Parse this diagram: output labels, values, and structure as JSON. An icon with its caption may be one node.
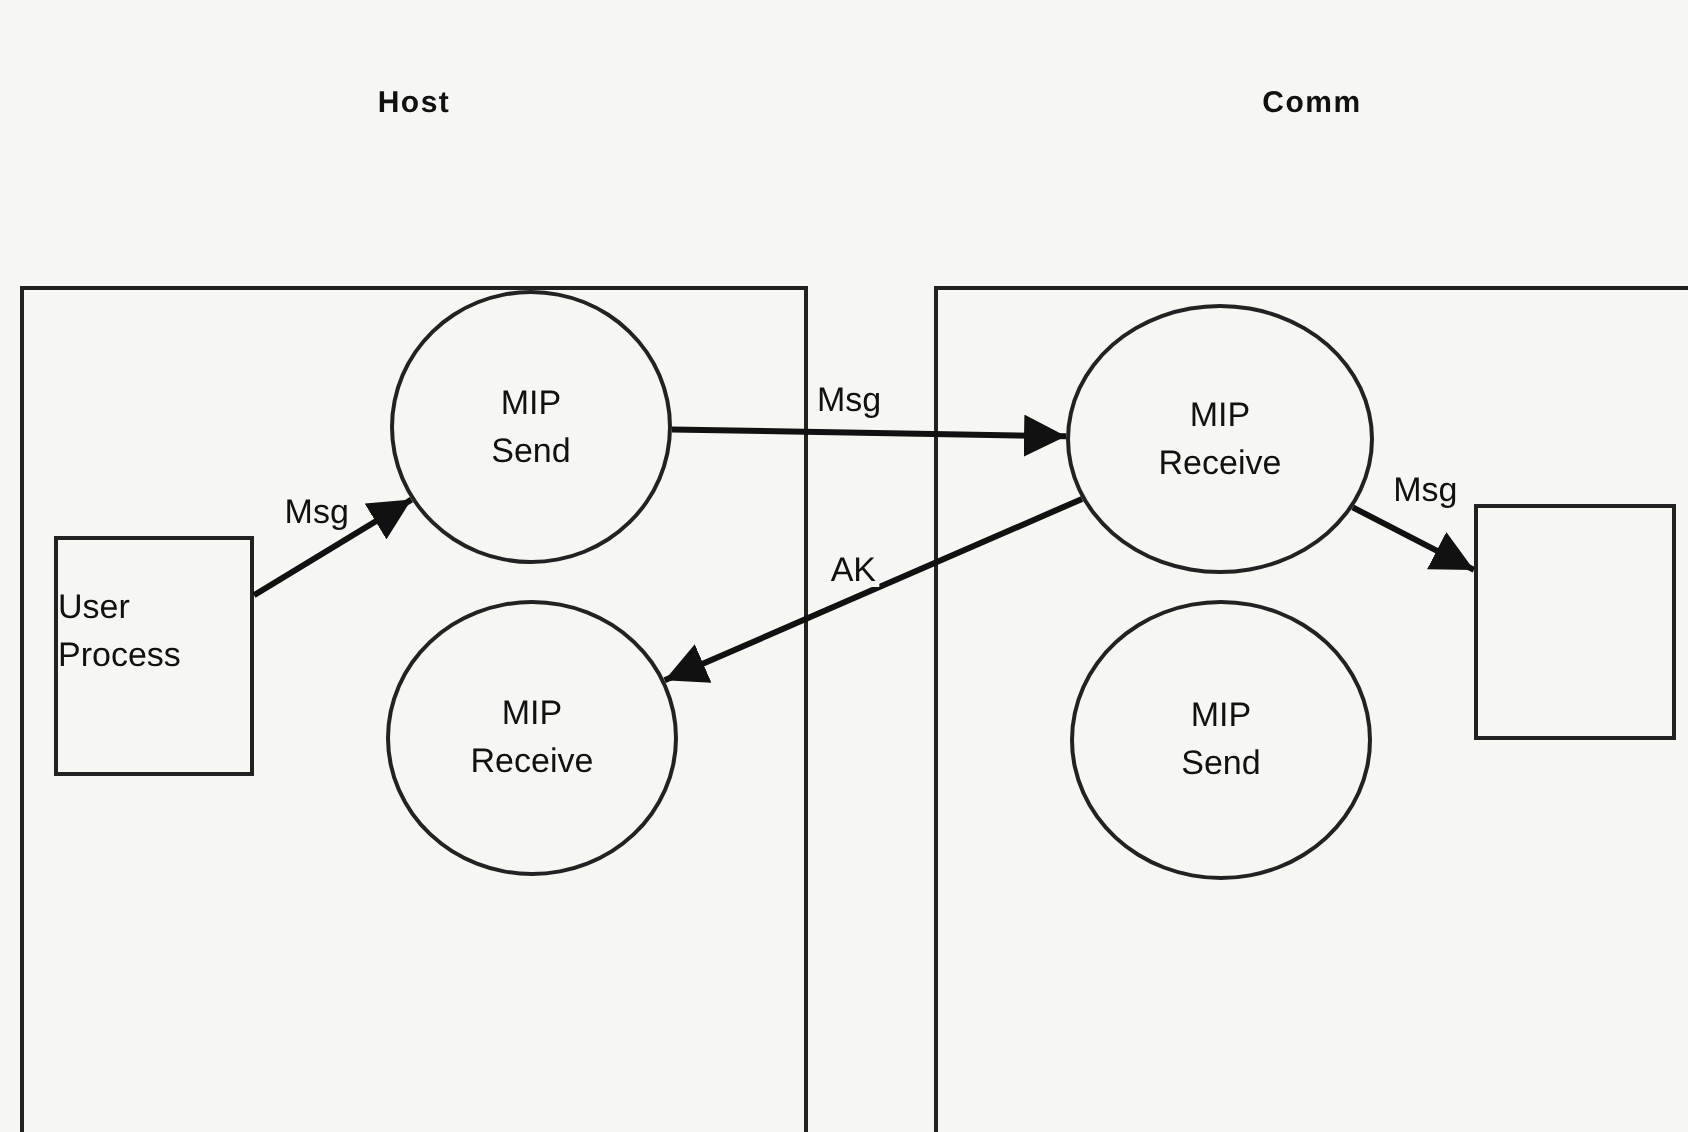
{
  "diagram": {
    "nodes": [
      {
        "text": [],
        "shape": "box"
      },
      {
        "text": [
          "MIP Send"
        ],
        "in": 0
      },
      {
        "text": [
          "User Process"
        ],
        "in": 0
      },
      {
        "text": [
          "MIP Receive"
        ],
        "in": 0
      },
      {
        "text": [],
        "shape": "box"
      },
      {
        "text": [
          "MIP Receive"
        ],
        "in": 4
      },
      {
        "text": [],
        "shape": "box",
        "in": 4
      },
      {
        "text": [
          "MIP Send"
        ],
        "in": 4
      }
    ],
    "edges": [
      {
        "from": 2,
        "to": 1,
        "arrow": "to",
        "label": "Msg"
      },
      {
        "from": 1,
        "to": 5,
        "arrow": "to",
        "label": "Msg"
      },
      {
        "from": 5,
        "to": 6,
        "arrow": "to",
        "label": "Msg"
      },
      {
        "from": 5,
        "to": 3,
        "arrow": "to",
        "label": "AK"
      }
    ],
    "labels": [
      "Host",
      "Comm"
    ]
  }
}
